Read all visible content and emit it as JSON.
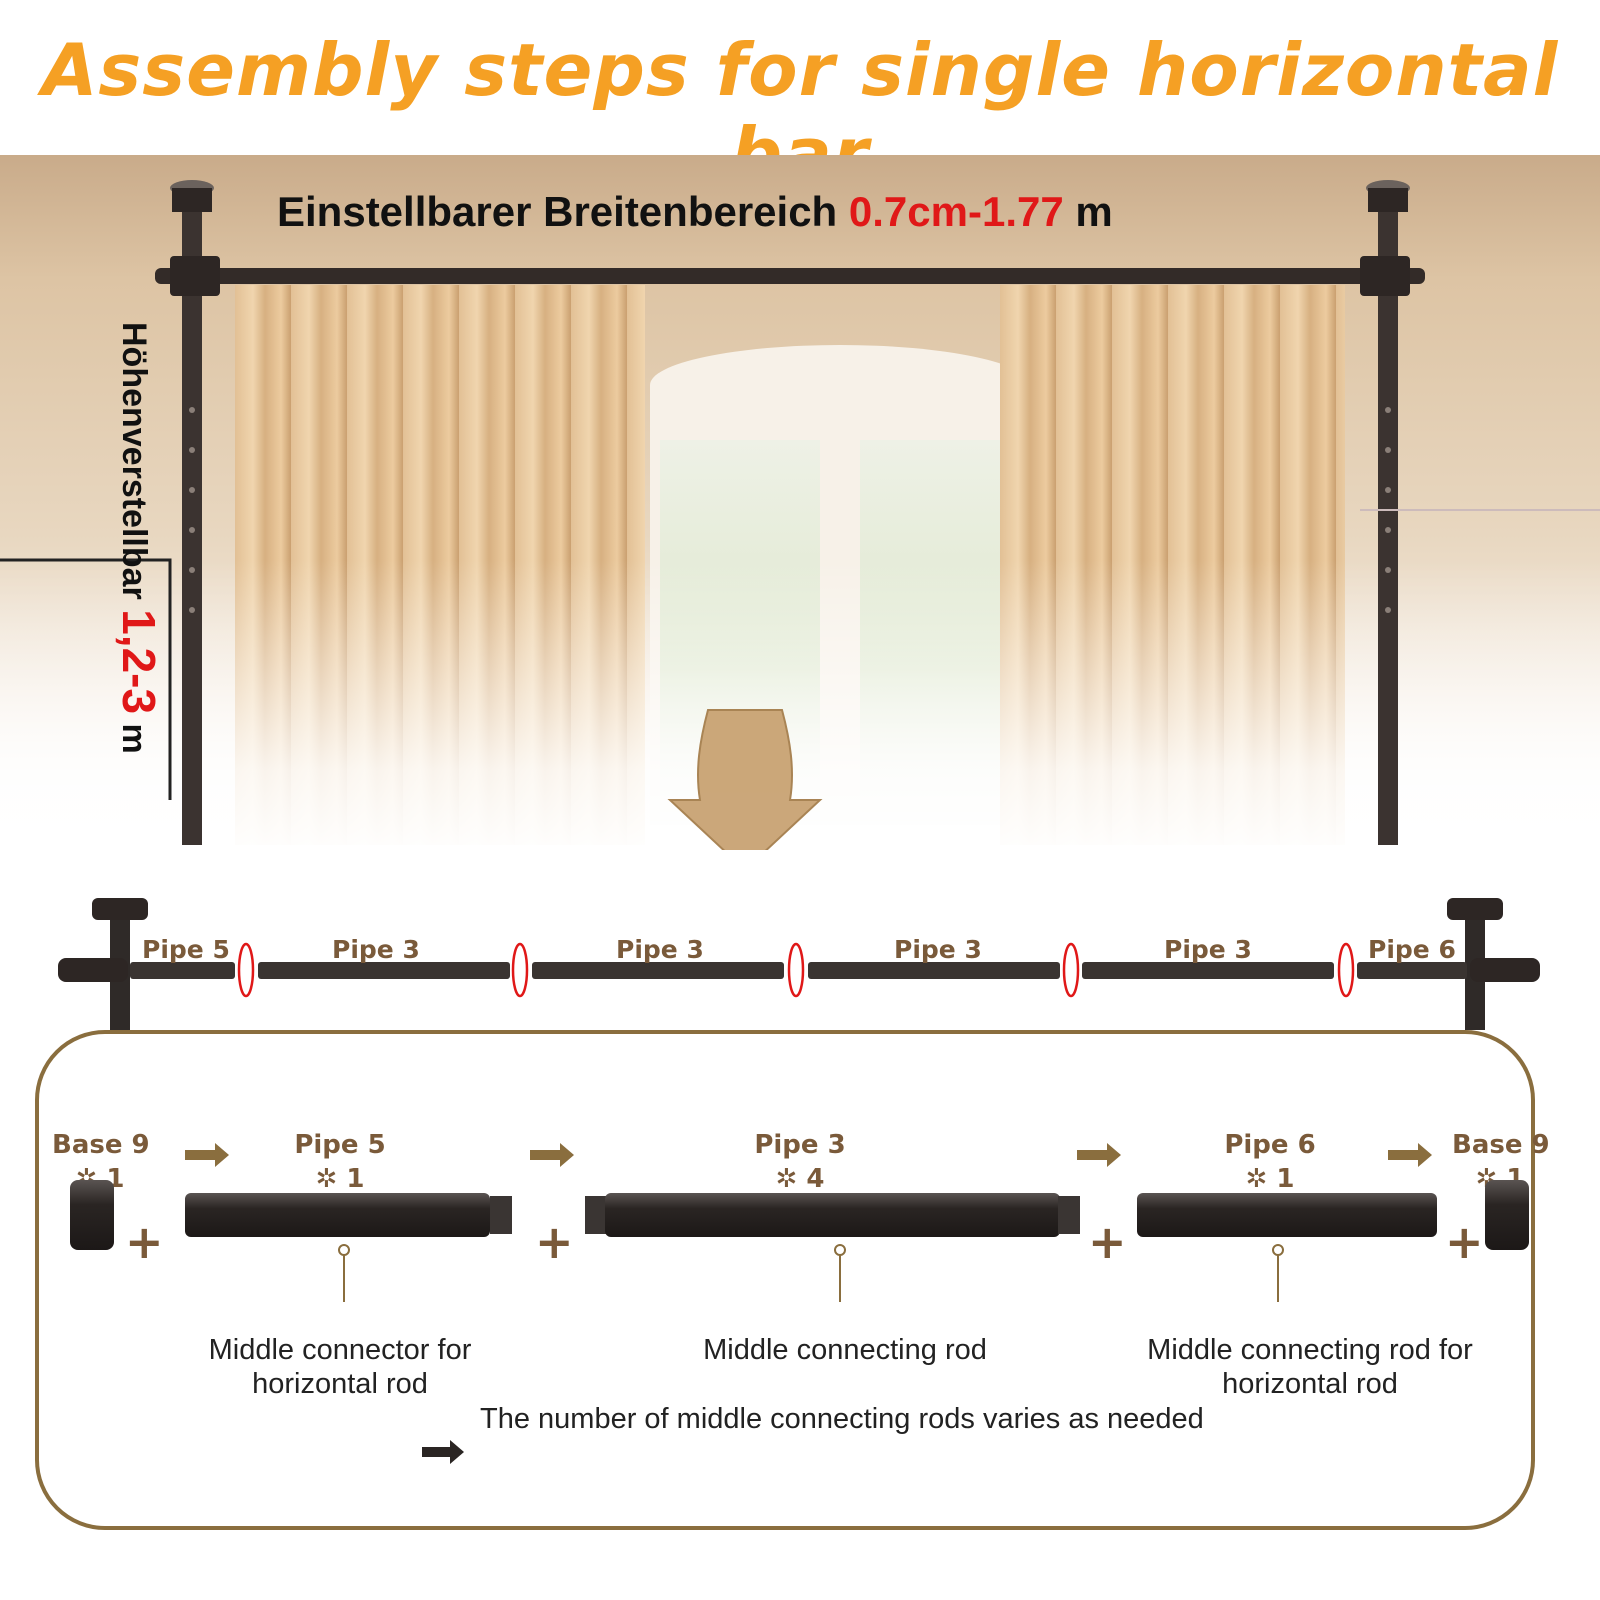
{
  "title": "Assembly steps for single horizontal bar",
  "colors": {
    "title": "#f5a024",
    "accent_red": "#e01818",
    "label_brown": "#7a5a3a",
    "frame": "#8a6e3e"
  },
  "photo": {
    "width_text": "Einstellbarer Breitenbereich ",
    "width_value": "0.7cm-1.77",
    "width_unit": " m",
    "height_text": "Höhenverstellbar ",
    "height_value": "1,2-3",
    "height_unit": " m"
  },
  "top_bar": {
    "labels": [
      "Pipe 5",
      "Pipe 3",
      "Pipe 3",
      "Pipe 3",
      "Pipe 3",
      "Pipe 6"
    ]
  },
  "parts": [
    {
      "name": "Base 9",
      "qty": "✲ 1"
    },
    {
      "name": "Pipe 5",
      "qty": "✲ 1"
    },
    {
      "name": "Pipe 3",
      "qty": "✲ 4"
    },
    {
      "name": "Pipe 6",
      "qty": "✲ 1"
    },
    {
      "name": "Base 9",
      "qty": "✲ 1"
    }
  ],
  "plus_sign": "+",
  "descriptions": [
    {
      "line1": "Middle connector for",
      "line2": "horizontal rod"
    },
    {
      "line1": "Middle connecting rod",
      "line2": ""
    },
    {
      "line1": "Middle connecting rod for",
      "line2": "horizontal rod"
    }
  ],
  "footnote": "The number of middle connecting rods varies as needed",
  "icons": [
    "direction-arrow-icon",
    "rotate-arrow-icon",
    "big-down-arrow-icon",
    "plus-icon"
  ]
}
